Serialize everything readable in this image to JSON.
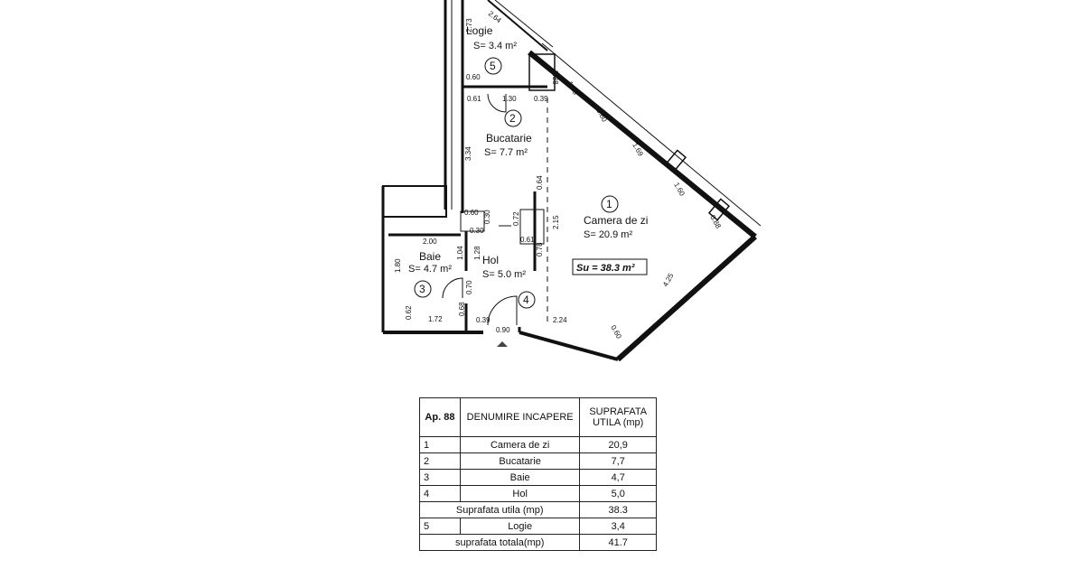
{
  "plan": {
    "rooms": [
      {
        "num": "1",
        "name": "Camera de zi",
        "area": "S= 20.9 m²"
      },
      {
        "num": "2",
        "name": "Bucatarie",
        "area": "S= 7.7 m²"
      },
      {
        "num": "3",
        "name": "Baie",
        "area": "S= 4.7 m²"
      },
      {
        "num": "4",
        "name": "Hol",
        "area": "S= 5.0 m²"
      },
      {
        "num": "5",
        "name": "Logie",
        "area": "S= 3.4 m²"
      }
    ],
    "total_useful": "Su = 38.3 m²",
    "dimensions": {
      "logie_top": "2.64",
      "logie_side": "2.73",
      "logie_left": "0.60",
      "logie_w1": "0.61",
      "logie_w2": "1.30",
      "logie_w3": "0.39",
      "diag1": "0.38",
      "diag2": "1.35",
      "diag3": "0.80",
      "diag4": "1.69",
      "diag5": "1.60",
      "diag6": "0.88",
      "diag7": "4.25",
      "diag8": "0.60",
      "buc_h": "3.34",
      "mid_64": "0.64",
      "mid_72": "0.72",
      "mid_61": "0.61",
      "mid_78": "0.78",
      "mid_215": "2.15",
      "hall_60": "0.60",
      "hall_30a": "0.30",
      "hall_30b": "0.30",
      "baie_w": "2.00",
      "baie_104": "1.04",
      "baie_128": "1.28",
      "baie_180": "1.80",
      "baie_70": "0.70",
      "baie_62": "0.62",
      "baie_172": "1.72",
      "baie_68": "0.68",
      "door_39": "0.39",
      "door_90": "0.90",
      "bottom_224": "2.24"
    }
  },
  "table": {
    "header": {
      "ap": "Ap. 88",
      "name": "DENUMIRE INCAPERE",
      "area_l1": "SUPRAFATA",
      "area_l2": "UTILA (mp)"
    },
    "rows": [
      {
        "n": "1",
        "name": "Camera de zi",
        "val": "20,9"
      },
      {
        "n": "2",
        "name": "Bucatarie",
        "val": "7,7"
      },
      {
        "n": "3",
        "name": "Baie",
        "val": "4,7"
      },
      {
        "n": "4",
        "name": "Hol",
        "val": "5,0"
      }
    ],
    "useful": {
      "label": "Suprafata utila (mp)",
      "val": "38.3"
    },
    "logie": {
      "n": "5",
      "name": "Logie",
      "val": "3,4"
    },
    "total": {
      "label": "suprafata totala(mp)",
      "val": "41.7"
    }
  }
}
